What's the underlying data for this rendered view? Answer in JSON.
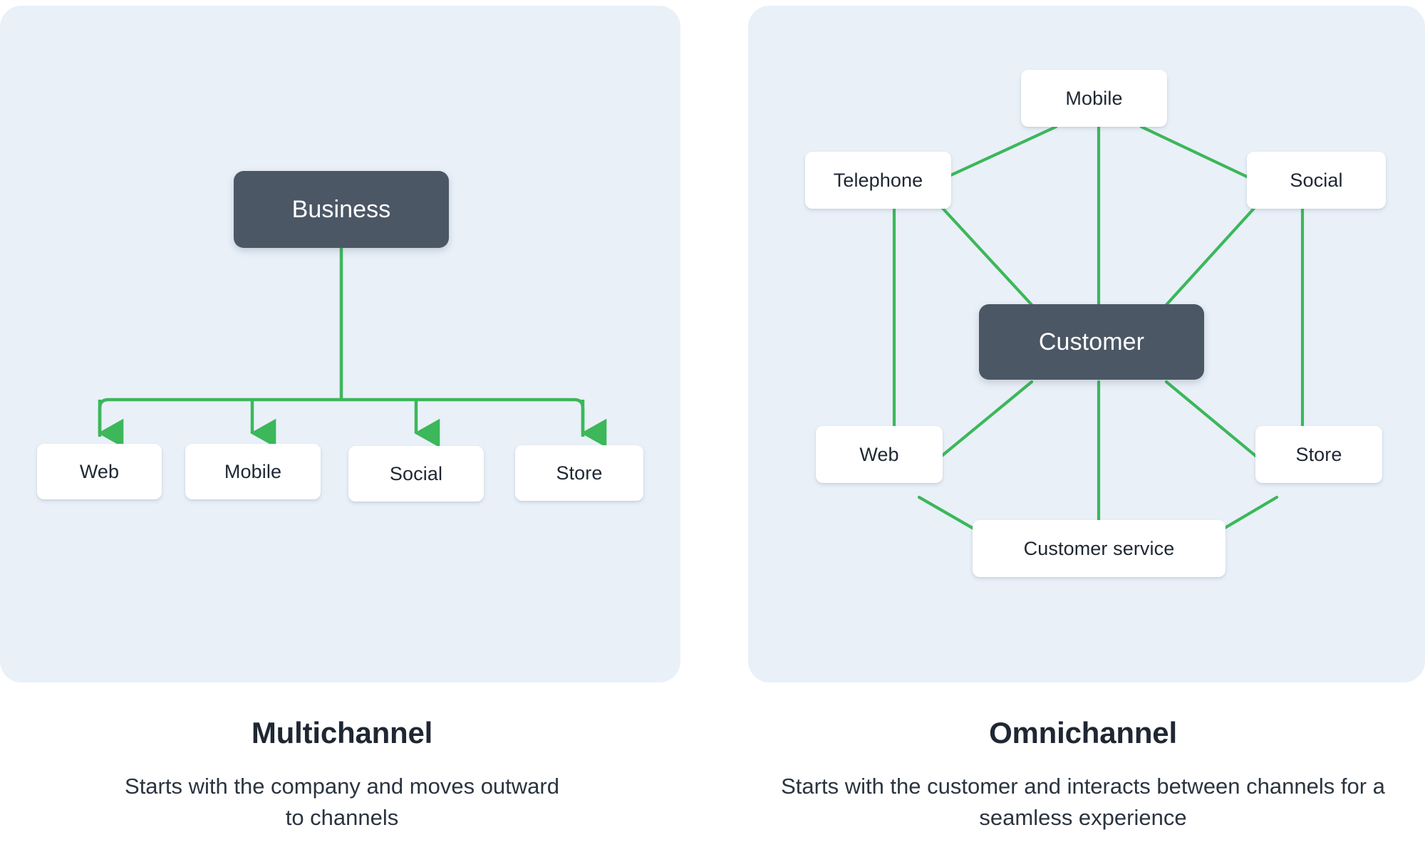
{
  "colors": {
    "panel_bg": "#e9f0f8",
    "page_bg": "#ffffff",
    "connector_green": "#3cb75a",
    "hub_dark": "#4c5765",
    "node_white": "#ffffff",
    "text_dark": "#1f2733"
  },
  "left": {
    "caption_title": "Multichannel",
    "caption_desc": "Starts with the company and moves outward to channels",
    "hub": {
      "label": "Business"
    },
    "channels": [
      {
        "label": "Web"
      },
      {
        "label": "Mobile"
      },
      {
        "label": "Social"
      },
      {
        "label": "Store"
      }
    ]
  },
  "right": {
    "caption_title": "Omnichannel",
    "caption_desc": "Starts with the customer and interacts between channels for a seamless experience",
    "hub": {
      "label": "Customer"
    },
    "channels": [
      {
        "label": "Mobile"
      },
      {
        "label": "Telephone"
      },
      {
        "label": "Social"
      },
      {
        "label": "Web"
      },
      {
        "label": "Store"
      },
      {
        "label": "Customer service"
      }
    ]
  },
  "chart_data": {
    "type": "diagram",
    "title": "Multichannel vs Omnichannel",
    "panels": [
      {
        "name": "Multichannel",
        "layout": "hub-and-spoke tree, top-down, arrowheads pointing to channels",
        "hub": "Business",
        "nodes": [
          "Business",
          "Web",
          "Mobile",
          "Social",
          "Store"
        ],
        "edges": [
          {
            "from": "Business",
            "to": "Web",
            "directed": true
          },
          {
            "from": "Business",
            "to": "Mobile",
            "directed": true
          },
          {
            "from": "Business",
            "to": "Social",
            "directed": true
          },
          {
            "from": "Business",
            "to": "Store",
            "directed": true
          }
        ],
        "caption_title": "Multichannel",
        "caption_desc": "Starts with the company and moves outward to channels"
      },
      {
        "name": "Omnichannel",
        "layout": "hexagonal mesh around a central hub, undirected links",
        "hub": "Customer",
        "nodes": [
          "Customer",
          "Mobile",
          "Telephone",
          "Social",
          "Web",
          "Store",
          "Customer service"
        ],
        "edges": [
          {
            "from": "Customer",
            "to": "Mobile",
            "directed": false
          },
          {
            "from": "Customer",
            "to": "Telephone",
            "directed": false
          },
          {
            "from": "Customer",
            "to": "Social",
            "directed": false
          },
          {
            "from": "Customer",
            "to": "Web",
            "directed": false
          },
          {
            "from": "Customer",
            "to": "Store",
            "directed": false
          },
          {
            "from": "Customer",
            "to": "Customer service",
            "directed": false
          },
          {
            "from": "Mobile",
            "to": "Telephone",
            "directed": false
          },
          {
            "from": "Mobile",
            "to": "Social",
            "directed": false
          },
          {
            "from": "Telephone",
            "to": "Web",
            "directed": false
          },
          {
            "from": "Social",
            "to": "Store",
            "directed": false
          },
          {
            "from": "Web",
            "to": "Customer service",
            "directed": false
          },
          {
            "from": "Store",
            "to": "Customer service",
            "directed": false
          }
        ],
        "caption_title": "Omnichannel",
        "caption_desc": "Starts with the customer and interacts between channels for a seamless experience"
      }
    ]
  }
}
